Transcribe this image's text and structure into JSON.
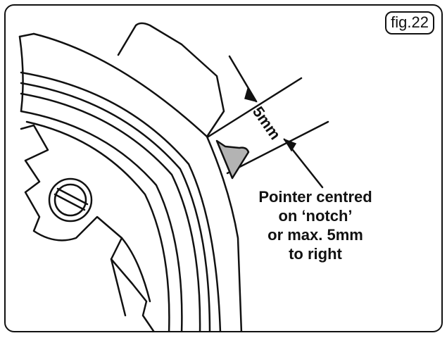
{
  "figure": {
    "label": "fig.22",
    "dimension_label": "5mm",
    "caption_lines": [
      "Pointer centred",
      "on ‘notch’",
      "or max. 5mm",
      "to right"
    ]
  },
  "colors": {
    "line": "#111111",
    "pointer": "#b3b3b3",
    "background": "#ffffff"
  }
}
